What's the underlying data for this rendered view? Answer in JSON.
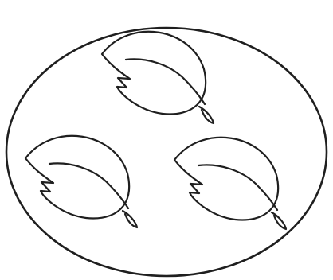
{
  "diagram": {
    "leaf_count": 3,
    "colors": {
      "stroke": "#1f1f1f",
      "background": "#ffffff"
    },
    "icons": [
      "ellipse-outline",
      "leaf-outline"
    ]
  }
}
